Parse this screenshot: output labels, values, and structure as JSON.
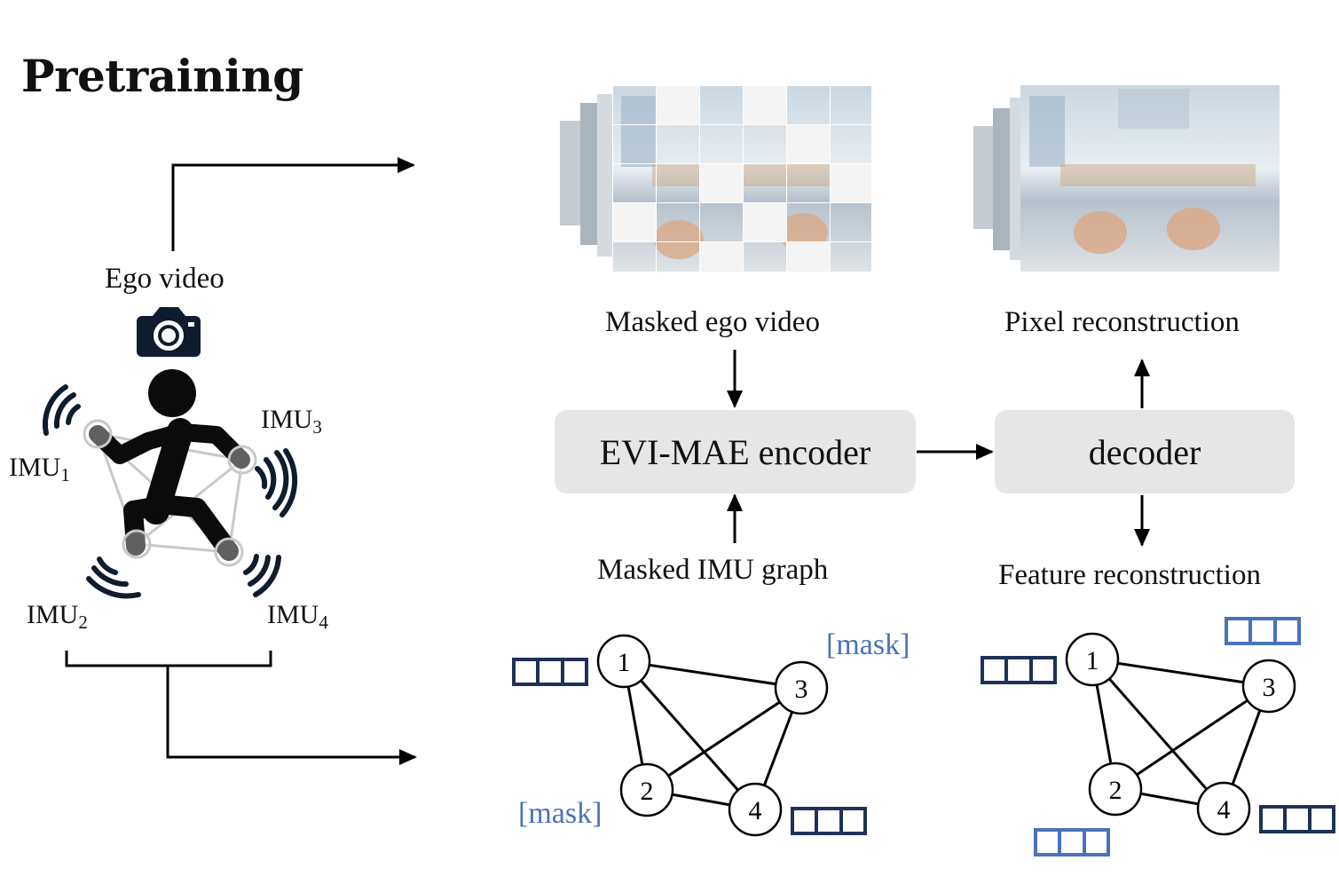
{
  "title": "Pretraining",
  "inputs": {
    "ego_video_label": "Ego video",
    "imu_labels": [
      {
        "base": "IMU",
        "sub": "1"
      },
      {
        "base": "IMU",
        "sub": "2"
      },
      {
        "base": "IMU",
        "sub": "3"
      },
      {
        "base": "IMU",
        "sub": "4"
      }
    ]
  },
  "pipeline": {
    "masked_video_label": "Masked ego video",
    "masked_graph_label": "Masked IMU graph",
    "encoder_label": "EVI-MAE encoder",
    "decoder_label": "decoder",
    "pixel_recon_label": "Pixel reconstruction",
    "feature_recon_label": "Feature reconstruction"
  },
  "graph": {
    "nodes": [
      "1",
      "2",
      "3",
      "4"
    ],
    "mask_token": "[mask]"
  },
  "colors": {
    "box_fill": "#e6e6e6",
    "mask_text": "#4a72b8",
    "feature_dark": "#1e3157",
    "feature_light": "#4a72b8",
    "icon": "#0f1c2e"
  }
}
